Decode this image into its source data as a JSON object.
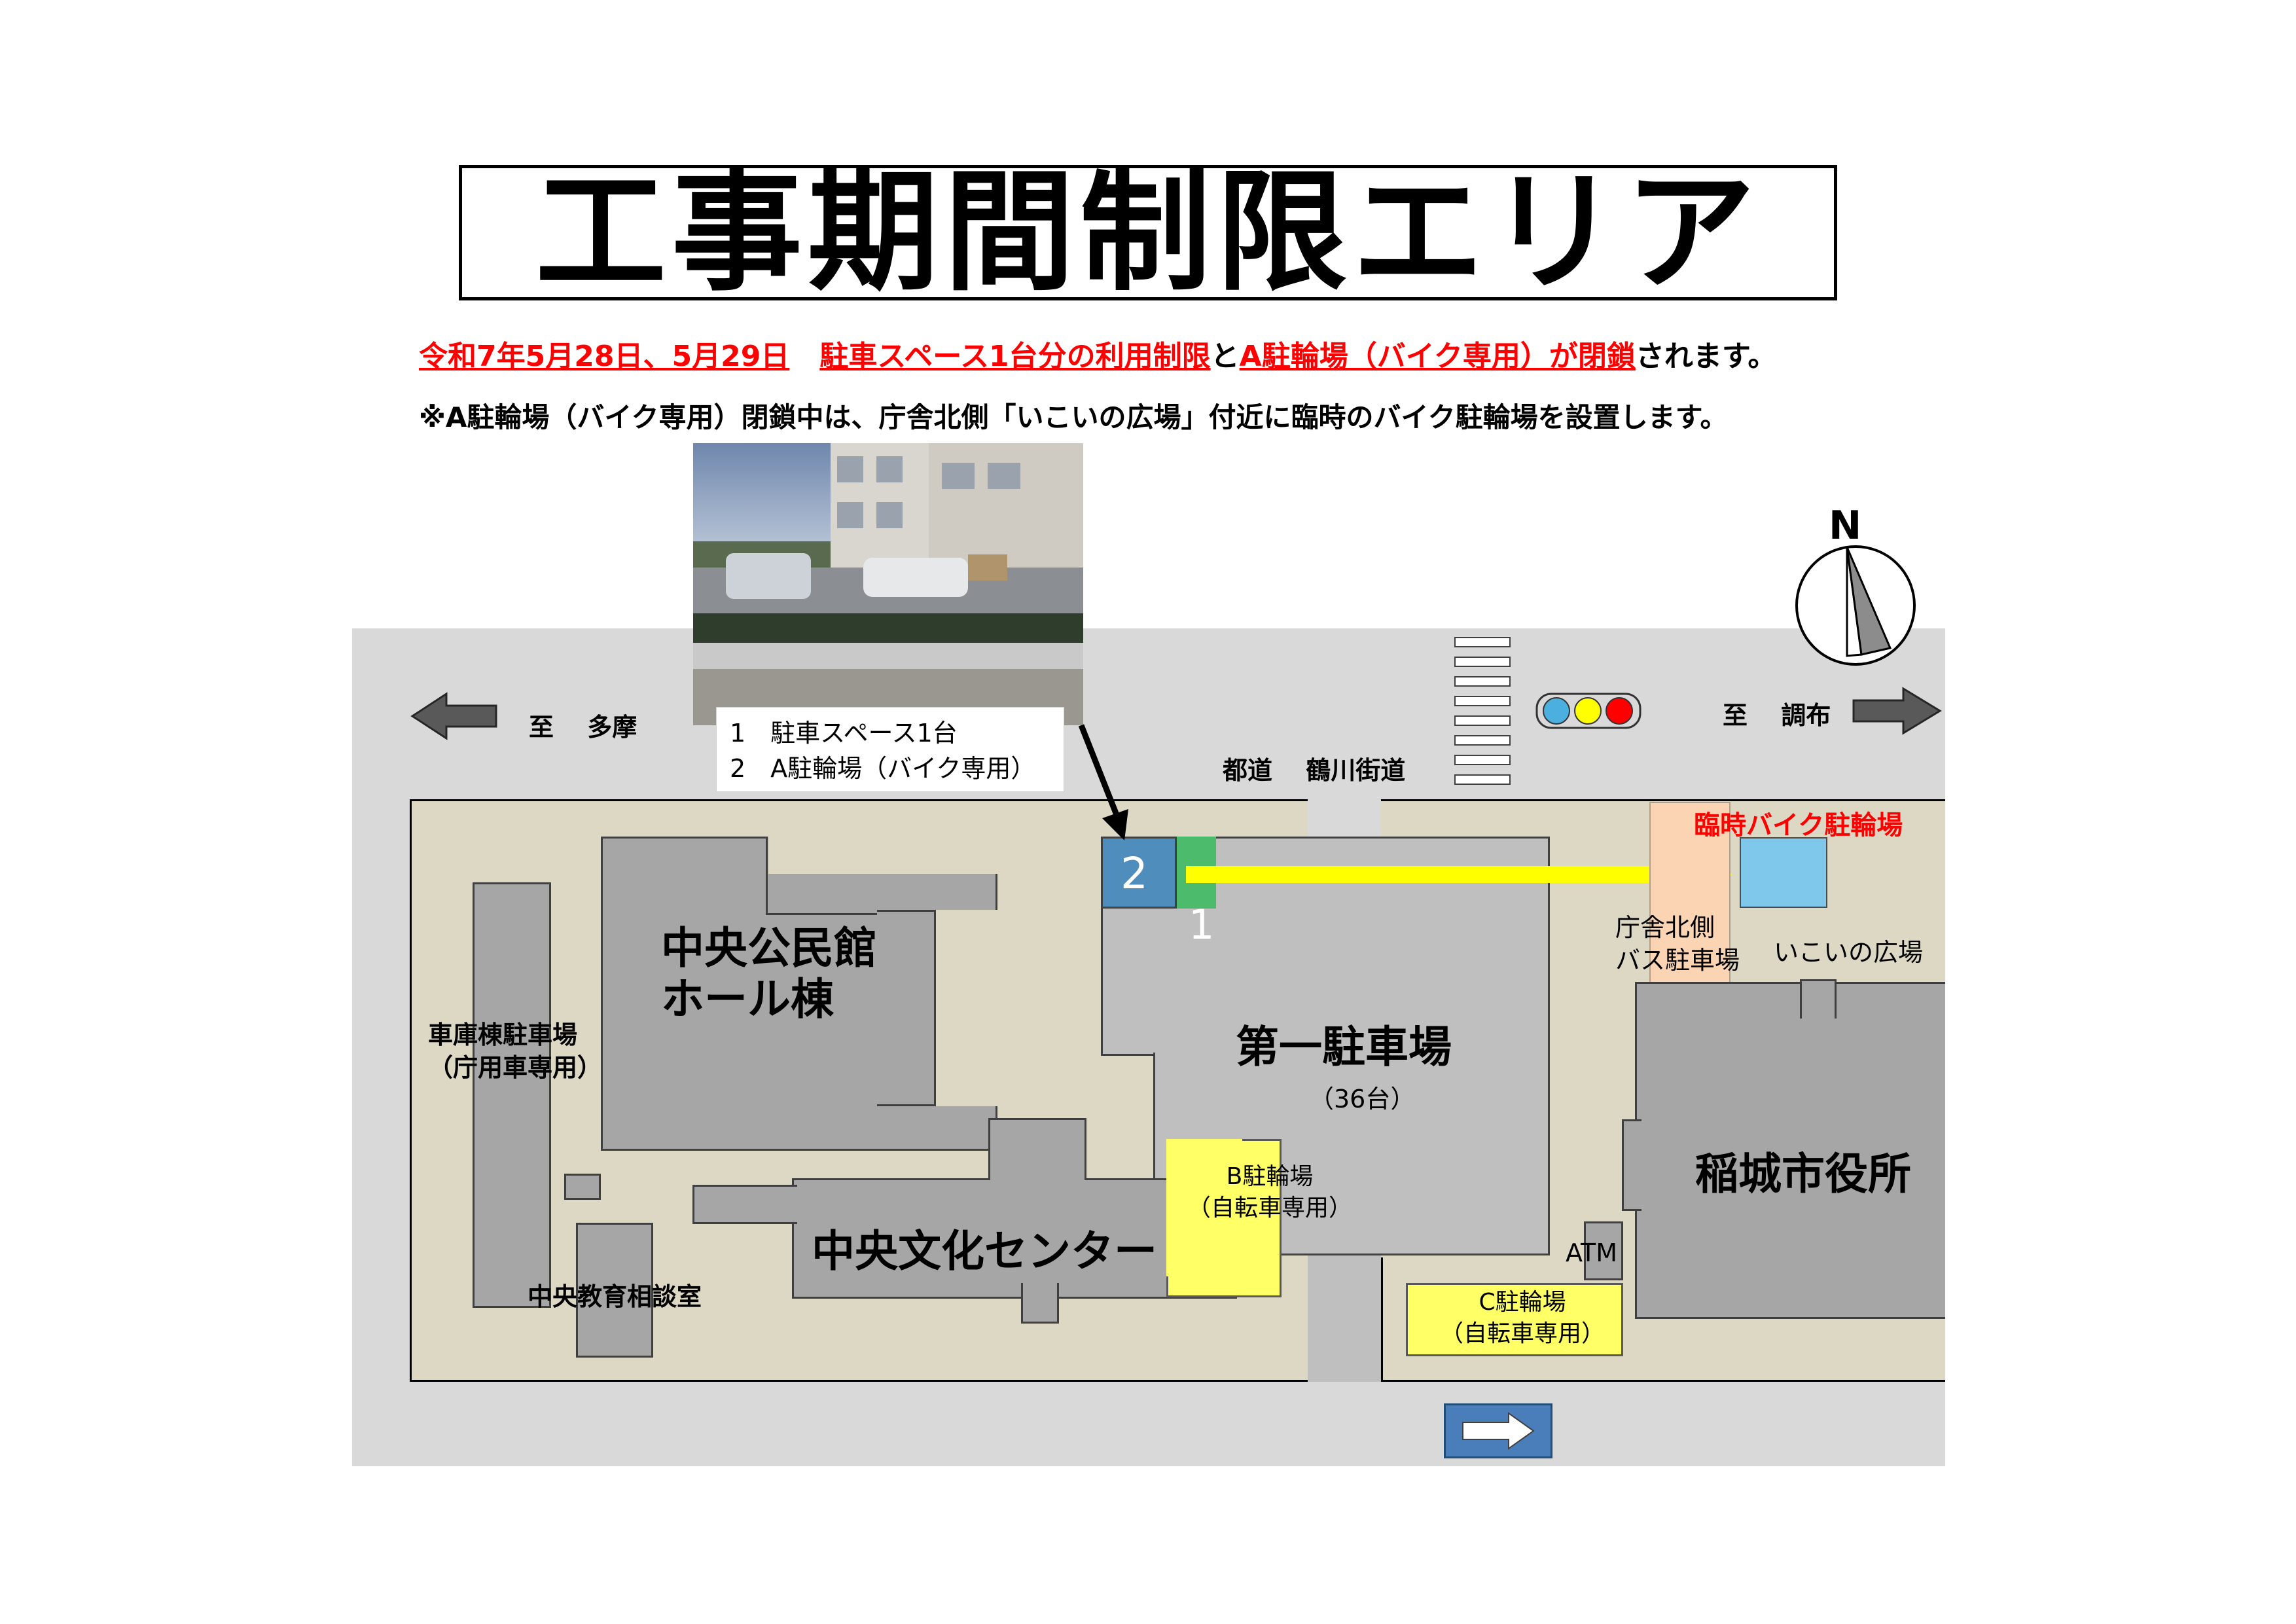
{
  "title": "工事期間制限エリア",
  "notice": {
    "dates": "令和7年5月28日、5月29日",
    "restriction": "駐車スペース1台分の利用制限",
    "connector": "と",
    "closure": "A駐輪場（バイク専用）が閉鎖",
    "suffix": "されます。"
  },
  "subnotice": "※A駐輪場（バイク専用）閉鎖中は、庁舎北側「いこいの広場」付近に臨時のバイク駐輪場を設置します。",
  "photo_caption": {
    "line1": "1　駐車スペース1台",
    "line2": "2　A駐輪場（バイク専用）"
  },
  "compass": {
    "label": "N"
  },
  "directions": {
    "left": "至　 多摩",
    "right": "至　 調布"
  },
  "road_name": "都道　 鶴川街道",
  "map_labels": {
    "hall": [
      "中央公民館",
      "ホール棟"
    ],
    "garage": [
      "車庫棟駐車場",
      "（庁用車専用）"
    ],
    "culture": "中央文化センター",
    "edu": "中央教育相談室",
    "lot1": "第一駐車場",
    "lot1_count": "（36台）",
    "b_bike": [
      "B駐輪場",
      "（自転車専用）"
    ],
    "c_bike": [
      "C駐輪場",
      "（自転車専用）"
    ],
    "atm": "ATM",
    "city_hall": "稲城市役所",
    "temp_bike": "臨時バイク駐輪場",
    "bus": [
      "庁舎北側",
      "バス駐車場"
    ],
    "plaza": "いこいの広場",
    "marker1": "1",
    "marker2": "2"
  },
  "colors": {
    "road": "#d9d9d9",
    "site": "#ddd8c4",
    "building": "#a6a6a6",
    "lot": "#bfbfbf",
    "bicycle": "#ffff66",
    "bike_a": "#4f8dbd",
    "space_1": "#4cbb6b",
    "arrow": "#ffff00",
    "temp_area": "#fbd4b4",
    "temp_bike": "#7fc8eb",
    "alert": "#ff0000"
  }
}
